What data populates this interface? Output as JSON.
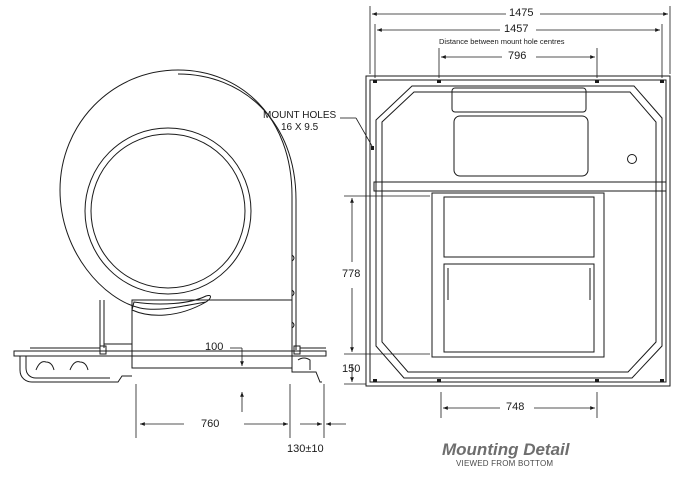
{
  "dimensions": {
    "overall_width": "1475",
    "mount_hole_spacing": "1457",
    "mount_hole_spacing_note": "Distance between mount hole centres",
    "inner_top_span": "796",
    "opening_height": "778",
    "bottom_offset": "150",
    "opening_width": "748",
    "side_depth": "100",
    "side_width": "760",
    "side_clearance": "130±10"
  },
  "callouts": {
    "mount_holes_line1": "MOUNT HOLES",
    "mount_holes_line2": "16 X 9.5"
  },
  "footer": {
    "title": "Mounting Detail",
    "subtitle": "VIEWED FROM BOTTOM"
  },
  "colors": {
    "line": "#1a1a1a",
    "title": "#6e6e6e"
  }
}
